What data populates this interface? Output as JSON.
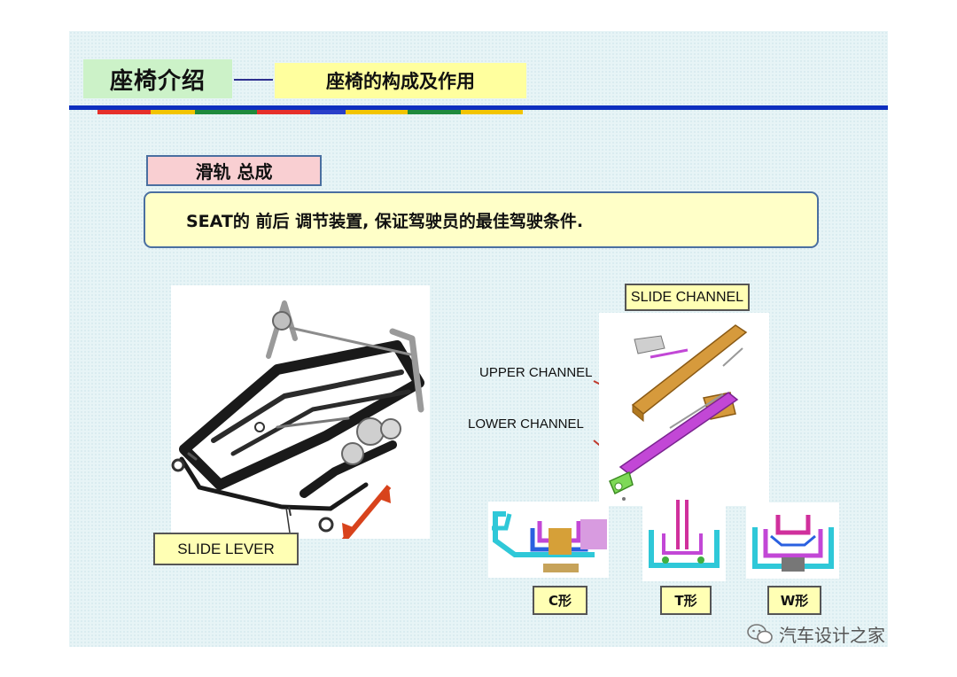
{
  "header": {
    "title": "座椅介绍",
    "subtitle": "座椅的构成及作用"
  },
  "section": {
    "title": "滑轨 总成",
    "description": "SEAT的 前后 调节装置, 保证驾驶员的最佳驾驶条件."
  },
  "labels": {
    "slide_lever": "SLIDE LEVER",
    "slide_channel": "SLIDE CHANNEL",
    "upper_channel": "UPPER CHANNEL",
    "lower_channel": "LOWER CHANNEL"
  },
  "cross_sections": [
    {
      "label": "C形"
    },
    {
      "label": "T形"
    },
    {
      "label": "W形"
    }
  ],
  "watermark": {
    "text": "汽车设计之家",
    "icon": "wechat-icon"
  },
  "colors": {
    "slide_background": "#e7f4f6",
    "title_box": "#ccf2c8",
    "subtitle_box": "#ffff9e",
    "section_box": "#f9cfd2",
    "description_box": "#ffffc8",
    "label_box": "#ffffb4",
    "rule_blue": "#0d2fbf",
    "arrow_red": "#d8431c",
    "upper_channel": "#d69a3c",
    "lower_channel": "#c247d6"
  }
}
